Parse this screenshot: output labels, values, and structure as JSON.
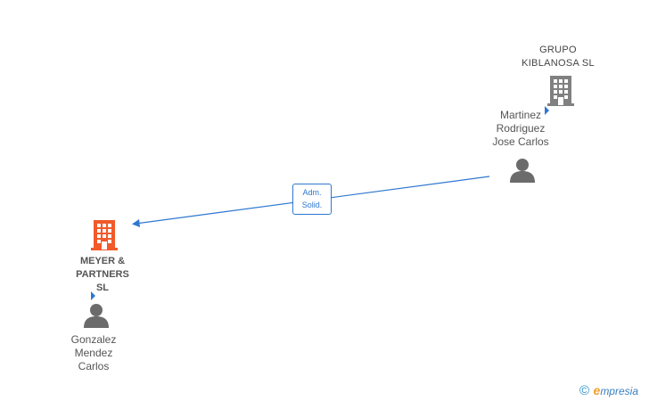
{
  "nodes": {
    "grupo": {
      "name": "GRUPO\nKIBLANOSA  SL",
      "line1": "GRUPO",
      "line2": "KIBLANOSA  SL",
      "color": "#808080"
    },
    "martinez": {
      "line1": "Martinez",
      "line2": "Rodriguez",
      "line3": "Jose Carlos",
      "color": "#6b6b6b"
    },
    "meyer": {
      "line1": "MEYER &",
      "line2": "PARTNERS",
      "line3": "SL",
      "color": "#f15a2a"
    },
    "gonzalez": {
      "line1": "Gonzalez",
      "line2": "Mendez",
      "line3": "Carlos",
      "color": "#6b6b6b"
    }
  },
  "relation": {
    "line1": "Adm.",
    "line2": "Solid.",
    "color": "#2e78d0"
  },
  "footer": {
    "copyright": "©",
    "brand_e": "e",
    "brand_rest": "mpresia"
  }
}
